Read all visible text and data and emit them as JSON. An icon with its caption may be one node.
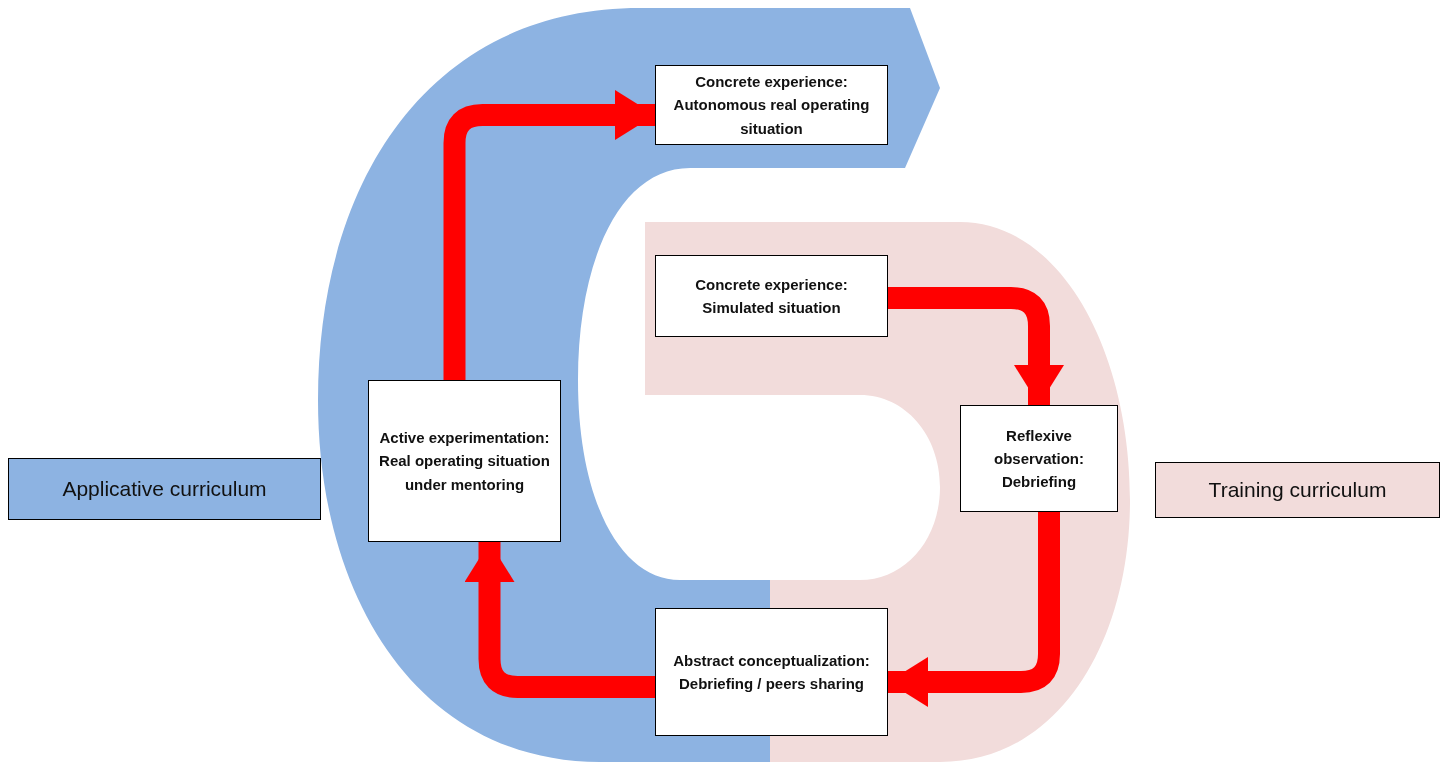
{
  "diagram": {
    "nodes": [
      {
        "text": [
          "Applicative curriculum"
        ]
      },
      {
        "text": [
          "Training curriculum"
        ]
      },
      {
        "text": [
          "Concrete experience:",
          "Autonomous real operating situation"
        ]
      },
      {
        "text": [
          "Concrete experience:",
          "Simulated situation"
        ]
      },
      {
        "text": [
          "Reflexive observation:",
          "Debriefing"
        ]
      },
      {
        "text": [
          "Abstract conceptualization:",
          "Debriefing / peers sharing"
        ]
      },
      {
        "text": [
          "Active experimentation:",
          "Real operating situation under mentoring"
        ]
      }
    ],
    "edges": [
      {
        "from": 3,
        "to": 4,
        "arrow": "to"
      },
      {
        "from": 4,
        "to": 5,
        "arrow": "to"
      },
      {
        "from": 5,
        "to": 6,
        "arrow": "to"
      },
      {
        "from": 6,
        "to": 2,
        "arrow": "to"
      }
    ]
  }
}
